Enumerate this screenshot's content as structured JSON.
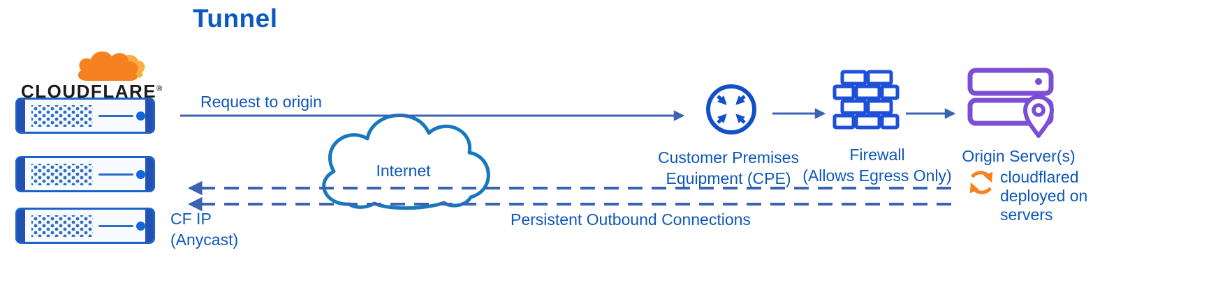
{
  "title": "Tunnel",
  "logo": {
    "brand": "CLOUDFLARE",
    "registered": "®"
  },
  "edge": {
    "cf_ip": "CF IP\n(Anycast)"
  },
  "flow": {
    "request_label": "Request to origin",
    "persistent_label": "Persistent Outbound Connections"
  },
  "internet": {
    "label": "Internet"
  },
  "cpe": {
    "label": "Customer Premises\nEquipment (CPE)"
  },
  "firewall": {
    "label": "Firewall\n(Allows Egress Only)"
  },
  "origin": {
    "label": "Origin Server(s)",
    "cloudflared_note": "cloudflared\ndeployed on\nservers"
  },
  "colors": {
    "blue_text": "#0d57ba",
    "line_blue": "#3a64b2",
    "cloud_blue": "#1878be",
    "cpe_blue": "#1150c8",
    "firewall_blue": "#1d4fd8",
    "server_blue": "#1c63c7",
    "purple": "#7a4fd3",
    "orange": "#f6821f",
    "orange_light": "#fbad41"
  }
}
